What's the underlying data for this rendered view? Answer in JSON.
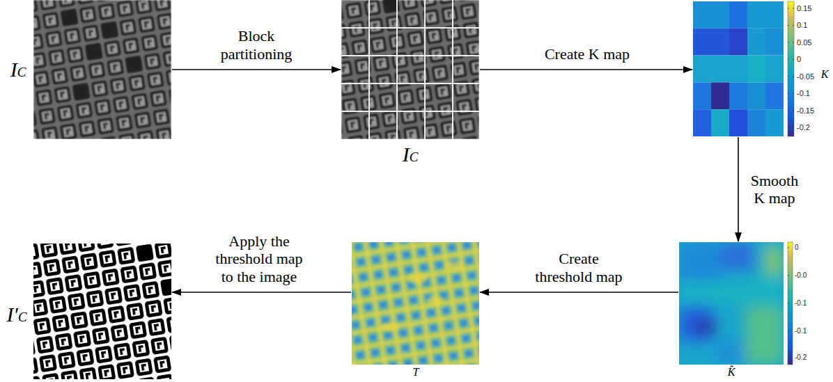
{
  "diagram": {
    "nodes": [
      {
        "text": [
          "IC"
        ]
      },
      {
        "text": [
          "IC"
        ]
      },
      {
        "text": [
          "K"
        ]
      },
      {
        "text": [
          "I′C"
        ]
      },
      {
        "text": [
          "T"
        ]
      },
      {
        "text": [
          "K̂"
        ]
      }
    ],
    "edges": [
      {
        "from": 0,
        "to": 1,
        "arrow": "to",
        "label": "Block partitioning"
      },
      {
        "from": 1,
        "to": 2,
        "arrow": "to",
        "label": "Create K map"
      },
      {
        "from": 2,
        "to": 5,
        "arrow": "to",
        "label": "Smooth K map"
      },
      {
        "from": 5,
        "to": 4,
        "arrow": "to",
        "label": "Create threshold map"
      },
      {
        "from": 4,
        "to": 3,
        "arrow": "to",
        "label": "Apply the threshold map to the image"
      }
    ],
    "labels": [
      "0.15",
      "0.1",
      "0.05",
      "0",
      "-0.05",
      "-0.1",
      "-0.15",
      "-0.2",
      "0",
      "-0.0",
      "-0.1",
      "-0.1",
      "-0.2"
    ]
  }
}
